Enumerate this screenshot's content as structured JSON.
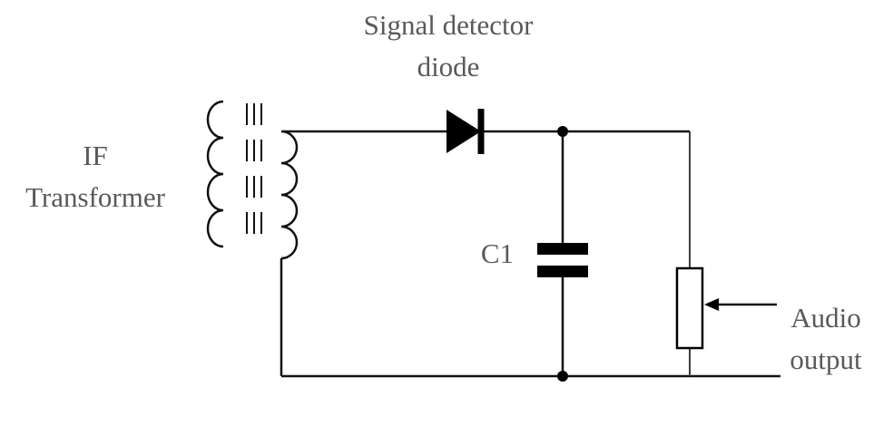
{
  "diagram": {
    "title_line1": "Signal detector",
    "title_line2": "diode",
    "transformer_label_line1": "IF",
    "transformer_label_line2": "Transformer",
    "capacitor_label": "C1",
    "audio_label_line1": "Audio",
    "audio_label_line2": "output"
  },
  "components": [
    "if-transformer",
    "detector-diode",
    "filter-capacitor-c1",
    "volume-resistor",
    "audio-output-arrow"
  ],
  "colors": {
    "background": "#ffffff",
    "wire": "#111111",
    "label_text": "#595959",
    "component_fill": "#000000"
  }
}
